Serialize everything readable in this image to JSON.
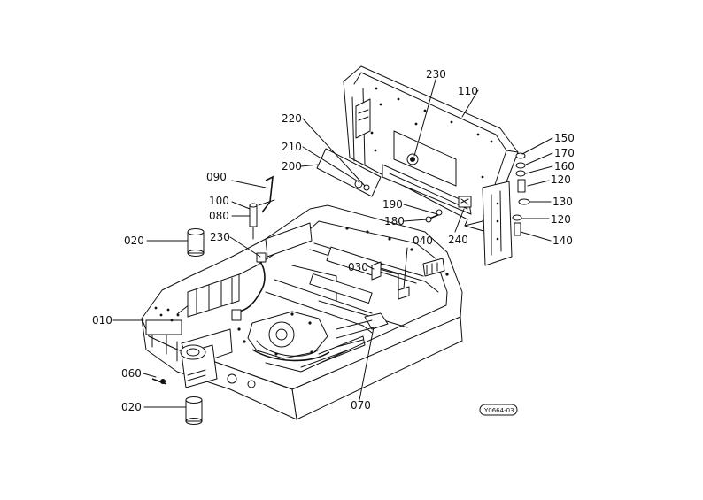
{
  "diagram": {
    "callouts": [
      {
        "id": "010",
        "label": "010"
      },
      {
        "id": "020a",
        "label": "020"
      },
      {
        "id": "020b",
        "label": "020"
      },
      {
        "id": "030",
        "label": "030"
      },
      {
        "id": "040",
        "label": "040"
      },
      {
        "id": "060",
        "label": "060"
      },
      {
        "id": "070",
        "label": "070"
      },
      {
        "id": "080",
        "label": "080"
      },
      {
        "id": "090",
        "label": "090"
      },
      {
        "id": "100",
        "label": "100"
      },
      {
        "id": "110",
        "label": "110"
      },
      {
        "id": "120a",
        "label": "120"
      },
      {
        "id": "120b",
        "label": "120"
      },
      {
        "id": "130",
        "label": "130"
      },
      {
        "id": "140",
        "label": "140"
      },
      {
        "id": "150",
        "label": "150"
      },
      {
        "id": "160",
        "label": "160"
      },
      {
        "id": "170",
        "label": "170"
      },
      {
        "id": "180",
        "label": "180"
      },
      {
        "id": "190",
        "label": "190"
      },
      {
        "id": "200",
        "label": "200"
      },
      {
        "id": "210",
        "label": "210"
      },
      {
        "id": "220",
        "label": "220"
      },
      {
        "id": "230a",
        "label": "230"
      },
      {
        "id": "230b",
        "label": "230"
      },
      {
        "id": "240",
        "label": "240"
      }
    ],
    "drawing_code": "Y0664-03"
  }
}
